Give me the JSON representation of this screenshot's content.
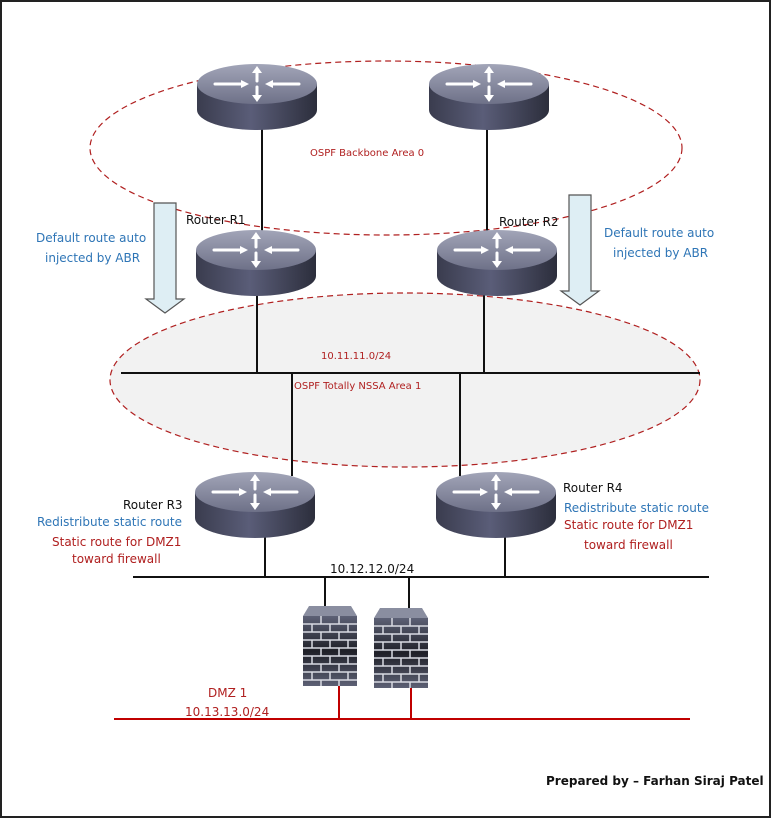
{
  "diagram": {
    "title": "OSPF Totally NSSA design with default route injection and DMZ redistribution",
    "areas": [
      {
        "id": "area0",
        "label": "OSPF Backbone Area 0"
      },
      {
        "id": "area1",
        "label": "OSPF Totally NSSA Area 1"
      }
    ],
    "routers": [
      {
        "id": "bb-left",
        "label": ""
      },
      {
        "id": "bb-right",
        "label": ""
      },
      {
        "id": "r1",
        "label": "Router R1"
      },
      {
        "id": "r2",
        "label": "Router R2"
      },
      {
        "id": "r3",
        "label": "Router R3"
      },
      {
        "id": "r4",
        "label": "Router R4"
      }
    ],
    "networks": {
      "area1_segment": "10.11.11.0/24",
      "lan_segment": "10.12.12.0/24",
      "dmz_name": "DMZ 1",
      "dmz_segment": "10.13.13.0/24"
    },
    "annotations": {
      "abr_left_line1": "Default route auto",
      "abr_left_line2": "injected by ABR",
      "abr_right_line1": "Default route auto",
      "abr_right_line2": "injected by ABR",
      "r3_redistribute": "Redistribute static route",
      "r3_static_line1": "Static route for DMZ1",
      "r3_static_line2": "toward firewall",
      "r4_redistribute": "Redistribute static route",
      "r4_static_line1": "Static route for DMZ1",
      "r4_static_line2": "toward firewall"
    },
    "firewalls": [
      {
        "id": "fw1",
        "label": ""
      },
      {
        "id": "fw2",
        "label": ""
      }
    ],
    "credit": "Prepared by – Farhan Siraj Patel",
    "colors": {
      "area_border": "#b02020",
      "annotation_blue": "#2e75b6",
      "annotation_red": "#b02020",
      "dmz_line": "#c00000",
      "area1_fill": "#f2f2f2",
      "arrow_fill": "#deeef4"
    }
  }
}
